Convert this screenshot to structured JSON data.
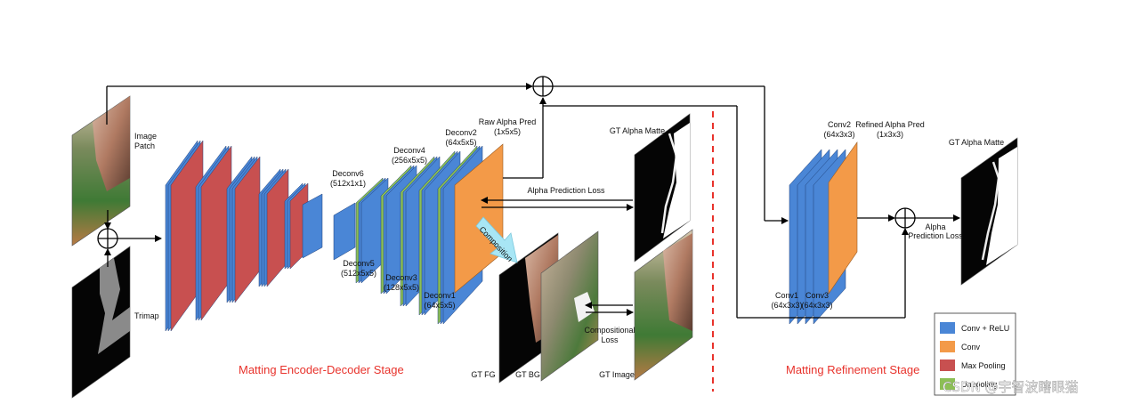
{
  "labels": {
    "image_patch": [
      "Image",
      "Patch"
    ],
    "trimap": "Trimap",
    "deconv6": [
      "Deconv6",
      "(512x1x1)"
    ],
    "deconv5": [
      "Deconv5",
      "(512x5x5)"
    ],
    "deconv4": [
      "Deconv4",
      "(256x5x5)"
    ],
    "deconv3": [
      "Deconv3",
      "(128x5x5)"
    ],
    "deconv2": [
      "Deconv2",
      "(64x5x5)"
    ],
    "deconv1": [
      "Deconv1",
      "(64x5x5)"
    ],
    "raw_alpha": [
      "Raw Alpha Pred",
      "(1x5x5)"
    ],
    "gt_alpha_1": "GT Alpha Matte",
    "alpha_loss_1": "Alpha Prediction Loss",
    "composition": "Composition",
    "gt_fg": "GT FG",
    "gt_bg": "GT BG",
    "gt_image": "GT Image",
    "comp_loss": [
      "Compositional",
      "Loss"
    ],
    "conv1": [
      "Conv1",
      "(64x3x3)"
    ],
    "conv2": [
      "Conv2",
      "(64x3x3)"
    ],
    "conv3": [
      "Conv3",
      "(64x3x3)"
    ],
    "refined": [
      "Refined Alpha Pred",
      "(1x3x3)"
    ],
    "gt_alpha_2": "GT Alpha Matte",
    "alpha_loss_2": [
      "Alpha",
      "Prediction Loss"
    ]
  },
  "stages": {
    "encoder_decoder": "Matting Encoder-Decoder Stage",
    "refinement": "Matting Refinement Stage"
  },
  "legend": [
    {
      "label": "Conv + ReLU",
      "color": "#4a86d6"
    },
    {
      "label": "Conv",
      "color": "#f39a48"
    },
    {
      "label": "Max Pooling",
      "color": "#c85050"
    },
    {
      "label": "Unpooling",
      "color": "#8cbf55"
    }
  ],
  "watermark": "CSDN @宇智波瞎眼猫",
  "colors": {
    "conv_relu": "#4a86d6",
    "conv": "#f39a48",
    "max_pool": "#c85050",
    "unpool": "#8cbf55",
    "stage_text": "#e8322b",
    "dash_line": "#e8322b"
  }
}
